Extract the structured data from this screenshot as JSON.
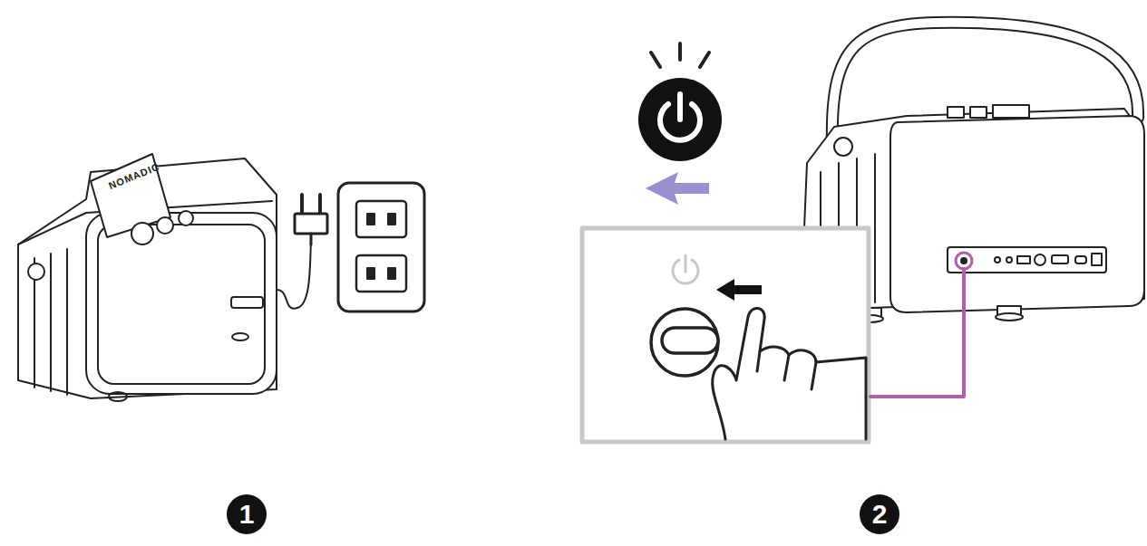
{
  "diagram": {
    "labels": [
      "NOMADIC",
      "1",
      "2"
    ]
  }
}
